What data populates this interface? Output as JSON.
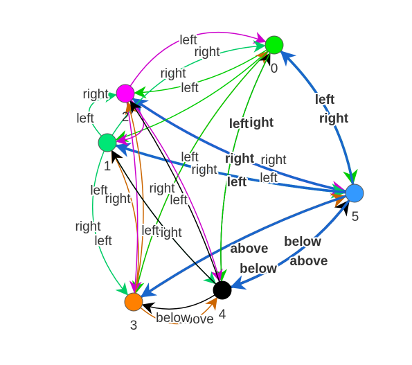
{
  "nodes": [
    {
      "id": "0",
      "label": "0",
      "color": "#00ee00"
    },
    {
      "id": "1",
      "label": "1",
      "color": "#00e676"
    },
    {
      "id": "2",
      "label": "2",
      "color": "#ff00ff"
    },
    {
      "id": "3",
      "label": "3",
      "color": "#ff8000"
    },
    {
      "id": "4",
      "label": "4",
      "color": "#000000"
    },
    {
      "id": "5",
      "label": "5",
      "color": "#3399ff"
    }
  ],
  "edges": [
    {
      "from": "0",
      "to": "5",
      "label": "right",
      "color": "#00cc00",
      "bold": true
    },
    {
      "from": "5",
      "to": "0",
      "label": "left",
      "color": "#1a66cc",
      "bold": true
    },
    {
      "from": "2",
      "to": "5",
      "label": "right",
      "color": "#cc00cc",
      "bold": true
    },
    {
      "from": "5",
      "to": "2",
      "label": "left",
      "color": "#1a66cc",
      "bold": true
    },
    {
      "from": "1",
      "to": "5",
      "label": "right",
      "color": "#00cc66",
      "bold": true
    },
    {
      "from": "5",
      "to": "1",
      "label": "left",
      "color": "#1a66cc",
      "bold": true
    },
    {
      "from": "3",
      "to": "5",
      "label": "above",
      "color": "#cc6600",
      "bold": true
    },
    {
      "from": "5",
      "to": "3",
      "label": "below",
      "color": "#1a66cc",
      "bold": true
    },
    {
      "from": "4",
      "to": "5",
      "label": "above",
      "color": "#000000",
      "bold": true
    },
    {
      "from": "5",
      "to": "4",
      "label": "below",
      "color": "#1a66cc",
      "bold": true
    },
    {
      "from": "2",
      "to": "0",
      "label": "left",
      "color": "#cc00cc",
      "bold": false
    },
    {
      "from": "0",
      "to": "2",
      "label": "right",
      "color": "#00cc00",
      "bold": false
    },
    {
      "from": "0",
      "to": "1",
      "label": "right",
      "color": "#00cc00",
      "bold": false
    },
    {
      "from": "1",
      "to": "0",
      "label": "left",
      "color": "#00cc66",
      "bold": false
    },
    {
      "from": "1",
      "to": "2",
      "label": "right",
      "color": "#00cc66",
      "bold": false
    },
    {
      "from": "2",
      "to": "1",
      "label": "left",
      "color": "#cc00cc",
      "bold": false
    },
    {
      "from": "3",
      "to": "0",
      "label": "right",
      "color": "#cc6600",
      "bold": false
    },
    {
      "from": "0",
      "to": "3",
      "label": "left",
      "color": "#00cc00",
      "bold": false
    },
    {
      "from": "4",
      "to": "0",
      "label": "right",
      "color": "#000000",
      "bold": false
    },
    {
      "from": "0",
      "to": "4",
      "label": "left",
      "color": "#00cc00",
      "bold": false
    },
    {
      "from": "1",
      "to": "3",
      "label": "right",
      "color": "#00cc66",
      "bold": false
    },
    {
      "from": "3",
      "to": "1",
      "label": "left",
      "color": "#cc6600",
      "bold": false
    },
    {
      "from": "2",
      "to": "3",
      "label": "right",
      "color": "#cc00cc",
      "bold": false
    },
    {
      "from": "3",
      "to": "2",
      "label": "left",
      "color": "#cc6600",
      "bold": false
    },
    {
      "from": "2",
      "to": "4",
      "label": "right",
      "color": "#cc00cc",
      "bold": false
    },
    {
      "from": "4",
      "to": "2",
      "label": "left",
      "color": "#000000",
      "bold": false
    },
    {
      "from": "1",
      "to": "4",
      "label": "right",
      "color": "#00cc66",
      "bold": false
    },
    {
      "from": "4",
      "to": "1",
      "label": "left",
      "color": "#000000",
      "bold": false
    },
    {
      "from": "3",
      "to": "4",
      "label": "above",
      "color": "#cc6600",
      "bold": false
    },
    {
      "from": "4",
      "to": "3",
      "label": "below",
      "color": "#000000",
      "bold": false
    }
  ]
}
